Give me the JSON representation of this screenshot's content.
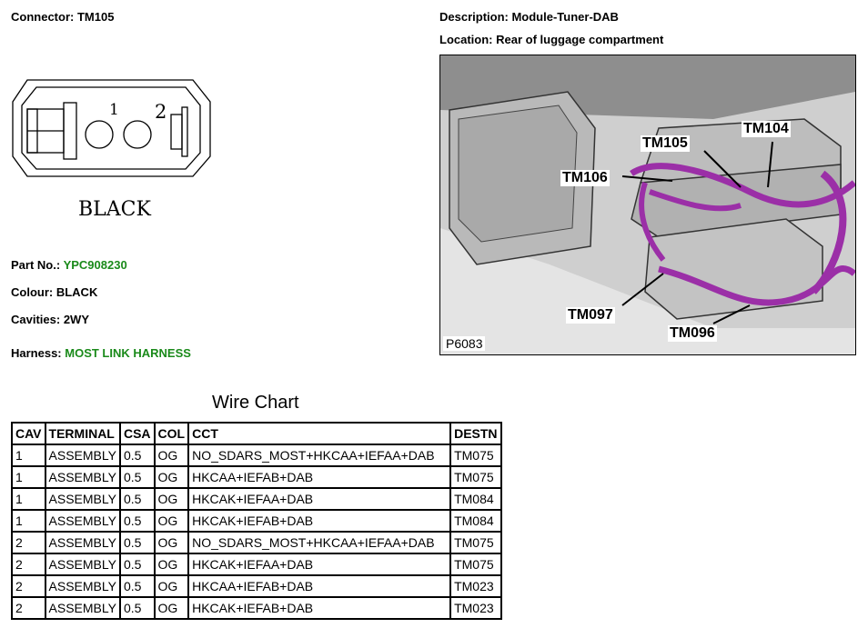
{
  "connector": {
    "label": "Connector:",
    "value": "TM105"
  },
  "description": {
    "label": "Description:",
    "value": "Module-Tuner-DAB"
  },
  "location": {
    "label": "Location:",
    "value": "Rear of luggage compartment"
  },
  "diagram": {
    "pin1": "1",
    "pin2": "2",
    "colour_caption": "BLACK"
  },
  "part_no": {
    "label": "Part No.:",
    "value": "YPC908230"
  },
  "colour": {
    "label": "Colour:",
    "value": "BLACK"
  },
  "cavities": {
    "label": "Cavities:",
    "value": "2WY"
  },
  "harness": {
    "label": "Harness:",
    "value": "MOST LINK HARNESS"
  },
  "photo": {
    "callouts": [
      "TM104",
      "TM105",
      "TM106",
      "TM097",
      "TM096"
    ],
    "ref": "P6083"
  },
  "wire_chart": {
    "title": "Wire Chart",
    "headers": [
      "CAV",
      "TERMINAL",
      "CSA",
      "COL",
      "CCT",
      "DESTN"
    ],
    "rows": [
      [
        "1",
        "ASSEMBLY",
        "0.5",
        "OG",
        "NO_SDARS_MOST+HKCAA+IEFAA+DAB",
        "TM075"
      ],
      [
        "1",
        "ASSEMBLY",
        "0.5",
        "OG",
        "HKCAA+IEFAB+DAB",
        "TM075"
      ],
      [
        "1",
        "ASSEMBLY",
        "0.5",
        "OG",
        "HKCAK+IEFAA+DAB",
        "TM084"
      ],
      [
        "1",
        "ASSEMBLY",
        "0.5",
        "OG",
        "HKCAK+IEFAB+DAB",
        "TM084"
      ],
      [
        "2",
        "ASSEMBLY",
        "0.5",
        "OG",
        "NO_SDARS_MOST+HKCAA+IEFAA+DAB",
        "TM075"
      ],
      [
        "2",
        "ASSEMBLY",
        "0.5",
        "OG",
        "HKCAK+IEFAA+DAB",
        "TM075"
      ],
      [
        "2",
        "ASSEMBLY",
        "0.5",
        "OG",
        "HKCAA+IEFAB+DAB",
        "TM023"
      ],
      [
        "2",
        "ASSEMBLY",
        "0.5",
        "OG",
        "HKCAK+IEFAB+DAB",
        "TM023"
      ]
    ]
  }
}
